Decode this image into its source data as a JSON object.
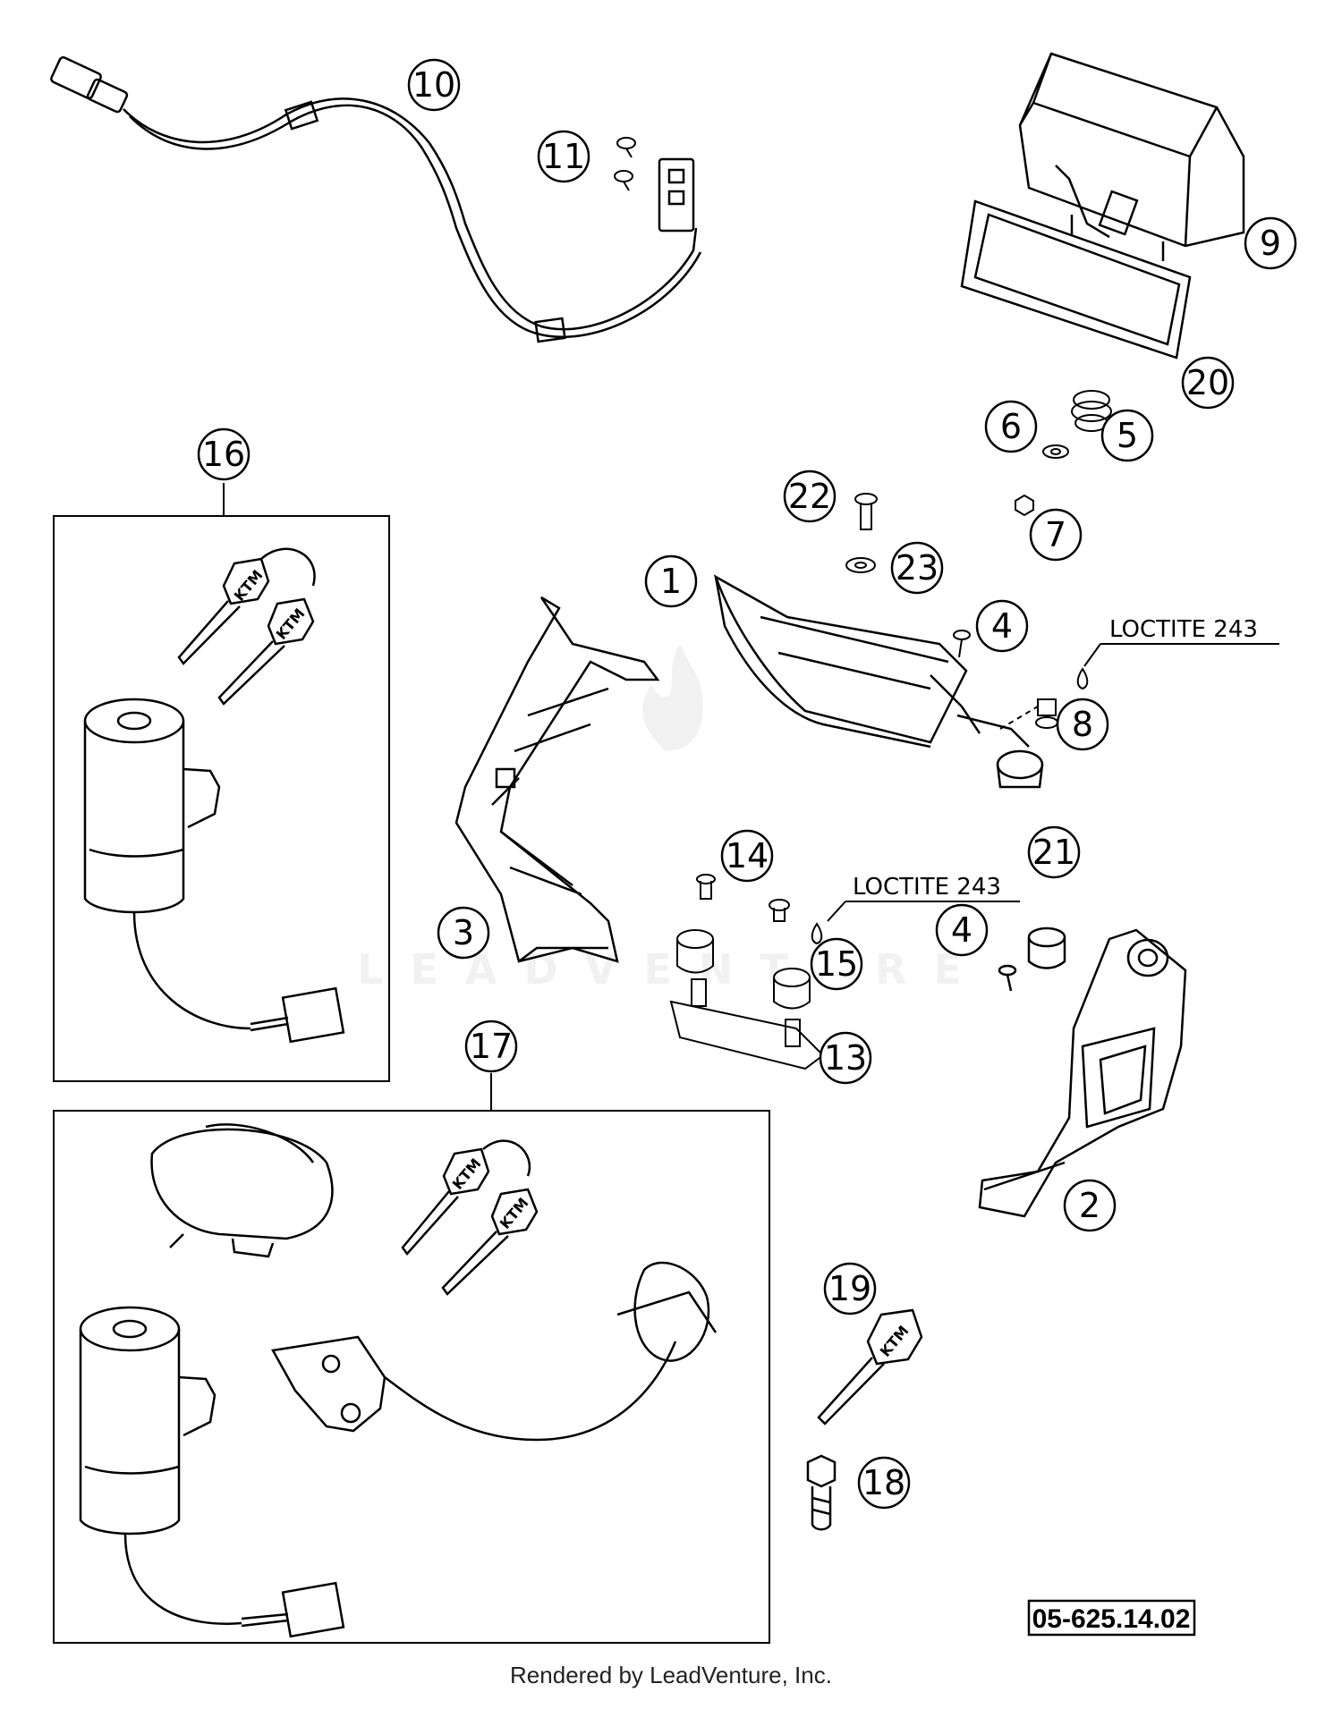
{
  "callouts": [
    {
      "id": "1",
      "label": "1"
    },
    {
      "id": "2",
      "label": "2"
    },
    {
      "id": "3",
      "label": "3"
    },
    {
      "id": "4a",
      "label": "4"
    },
    {
      "id": "4b",
      "label": "4"
    },
    {
      "id": "5",
      "label": "5"
    },
    {
      "id": "6",
      "label": "6"
    },
    {
      "id": "7",
      "label": "7"
    },
    {
      "id": "8",
      "label": "8"
    },
    {
      "id": "9",
      "label": "9"
    },
    {
      "id": "10",
      "label": "10"
    },
    {
      "id": "11",
      "label": "11"
    },
    {
      "id": "13",
      "label": "13"
    },
    {
      "id": "14",
      "label": "14"
    },
    {
      "id": "15",
      "label": "15"
    },
    {
      "id": "16",
      "label": "16"
    },
    {
      "id": "17",
      "label": "17"
    },
    {
      "id": "18",
      "label": "18"
    },
    {
      "id": "19",
      "label": "19"
    },
    {
      "id": "20",
      "label": "20"
    },
    {
      "id": "21",
      "label": "21"
    },
    {
      "id": "22",
      "label": "22"
    },
    {
      "id": "23",
      "label": "23"
    }
  ],
  "loctite_notes": [
    "LOCTITE 243",
    "LOCTITE 243"
  ],
  "diagram_code": "05-625.14.02",
  "watermark": "LEADVENTURE",
  "key_logo": "KTM",
  "footer": "Rendered by LeadVenture, Inc.",
  "colors": {
    "line": "#000000",
    "watermark": "#e6e6e6",
    "background": "#ffffff"
  }
}
